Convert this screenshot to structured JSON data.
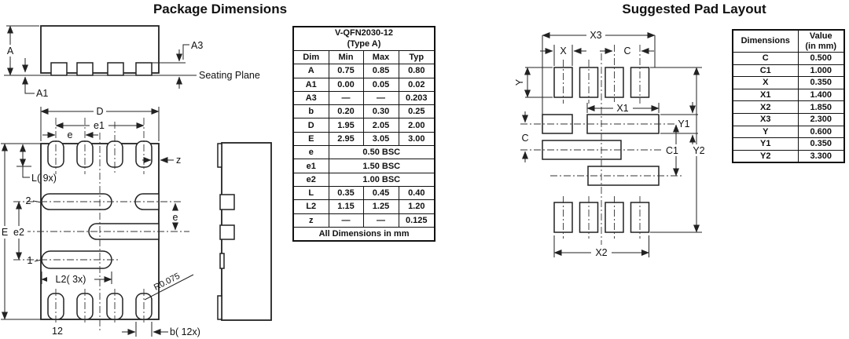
{
  "titles": {
    "left": "Package Dimensions",
    "right": "Suggested Pad Layout"
  },
  "side_view": {
    "a": "A",
    "a1": "A1",
    "a3": "A3",
    "seating_plane": "Seating Plane"
  },
  "bottom_view": {
    "d": "D",
    "e1": "e1",
    "e_top": "e",
    "l_note": "L( 9x)",
    "pin_2": "2",
    "z": "z",
    "e_right": "e",
    "e_big": "E",
    "e2": "e2",
    "pin_1": "1",
    "l2_note": "L2( 3x)",
    "radius_note": "R0.075",
    "pin_12": "12",
    "b_note": "b( 12x)"
  },
  "pad_layout": {
    "x3": "X3",
    "x": "X",
    "c_top": "C",
    "y": "Y",
    "c_left": "C",
    "x1": "X1",
    "y1": "Y1",
    "c1": "C1",
    "y2": "Y2",
    "x2": "X2"
  },
  "dim_table": {
    "title_line1": "V-QFN2030-12",
    "title_line2": "(Type A)",
    "headers": [
      "Dim",
      "Min",
      "Max",
      "Typ"
    ],
    "rows": [
      {
        "dim": "A",
        "min": "0.75",
        "max": "0.85",
        "typ": "0.80"
      },
      {
        "dim": "A1",
        "min": "0.00",
        "max": "0.05",
        "typ": "0.02"
      },
      {
        "dim": "A3",
        "min": "—",
        "max": "—",
        "typ": "0.203"
      },
      {
        "dim": "b",
        "min": "0.20",
        "max": "0.30",
        "typ": "0.25"
      },
      {
        "dim": "D",
        "min": "1.95",
        "max": "2.05",
        "typ": "2.00"
      },
      {
        "dim": "E",
        "min": "2.95",
        "max": "3.05",
        "typ": "3.00"
      },
      {
        "dim": "e",
        "span": "0.50 BSC"
      },
      {
        "dim": "e1",
        "span": "1.50 BSC"
      },
      {
        "dim": "e2",
        "span": "1.00 BSC"
      },
      {
        "dim": "L",
        "min": "0.35",
        "max": "0.45",
        "typ": "0.40"
      },
      {
        "dim": "L2",
        "min": "1.15",
        "max": "1.25",
        "typ": "1.20"
      },
      {
        "dim": "z",
        "min": "—",
        "max": "—",
        "typ": "0.125"
      }
    ],
    "footer": "All Dimensions in mm"
  },
  "pad_table": {
    "header_dim": "Dimensions",
    "header_value_line1": "Value",
    "header_value_line2": "(in mm)",
    "rows": [
      {
        "dim": "C",
        "value": "0.500"
      },
      {
        "dim": "C1",
        "value": "1.000"
      },
      {
        "dim": "X",
        "value": "0.350"
      },
      {
        "dim": "X1",
        "value": "1.400"
      },
      {
        "dim": "X2",
        "value": "1.850"
      },
      {
        "dim": "X3",
        "value": "2.300"
      },
      {
        "dim": "Y",
        "value": "0.600"
      },
      {
        "dim": "Y1",
        "value": "0.350"
      },
      {
        "dim": "Y2",
        "value": "3.300"
      }
    ]
  }
}
